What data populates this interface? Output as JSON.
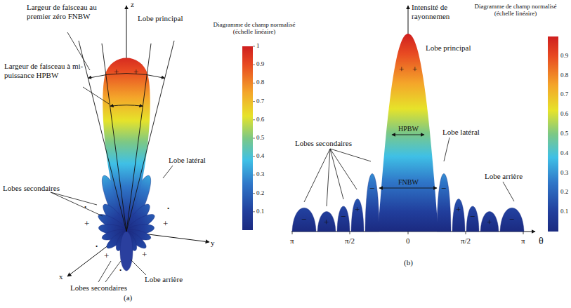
{
  "diagram": {
    "labels": [
      "z",
      "Largeur de faisceau au premier zéro FNBW",
      "Lobe principal",
      "Largeur de faisceau à mi-puissance HPBW",
      "Lobe latéral",
      "Lobes secondaires",
      "+",
      "+",
      "+",
      "+",
      "•",
      "•",
      "+",
      "+",
      "•",
      "•",
      "Lobes secondaires",
      "Lobe arrière",
      "y",
      "x",
      "(a)",
      "Diagramme de champ normalisé (échelle linéaire)",
      "1",
      "0.9",
      "0.8",
      "0.7",
      "0.6",
      "0.5",
      "0.4",
      "0.3",
      "0.2",
      "0.1",
      "Intensité de rayonnemen",
      "Diagramme de champ normalisé (échelle linéaire)",
      "0.9",
      "0.8",
      "0.7",
      "0.6",
      "0.5",
      "0.4",
      "0.3",
      "0.2",
      "0.1",
      "Lobe principal",
      "+",
      "+",
      "HPBW",
      "FNBW",
      "Lobes secondaires",
      "Lobe latéral",
      "Lobe arrière",
      "−",
      "+",
      "−",
      "+",
      "−",
      "−",
      "+",
      "−",
      "+",
      "−",
      "π",
      "π/2",
      "0",
      "π/2",
      "π",
      "θ",
      "(b)"
    ]
  }
}
